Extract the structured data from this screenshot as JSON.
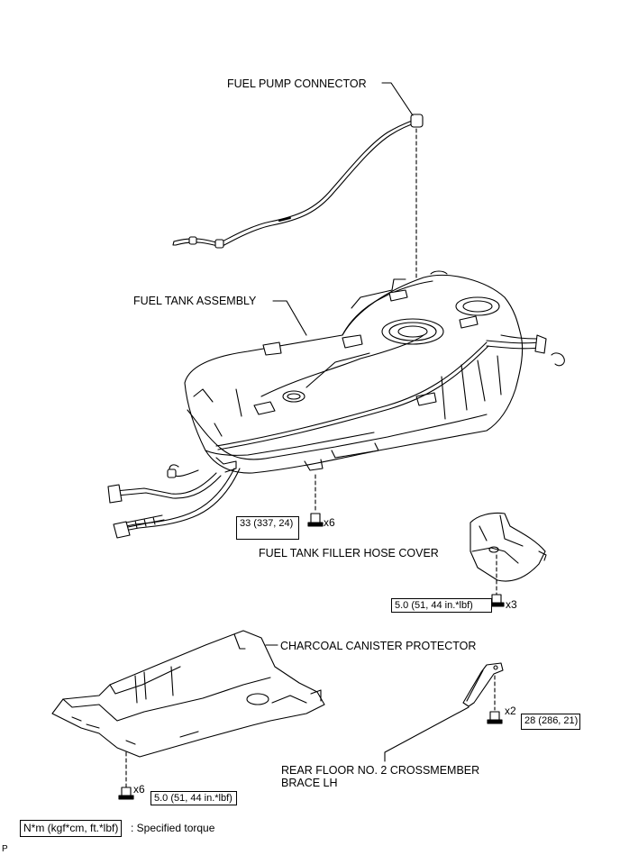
{
  "labels": {
    "fuel_pump_connector": "FUEL PUMP CONNECTOR",
    "fuel_tank_assembly": "FUEL TANK ASSEMBLY",
    "filler_hose_cover": "FUEL TANK FILLER HOSE COVER",
    "canister_protector": "CHARCOAL CANISTER PROTECTOR",
    "crossmember_brace_line1": "REAR FLOOR NO. 2 CROSSMEMBER",
    "crossmember_brace_line2": "BRACE LH"
  },
  "torques": {
    "tank_bolt": "33 (337, 24)",
    "tank_bolt_qty": "x6",
    "filler_cover_bolt": "5.0 (51, 44 in.*lbf)",
    "filler_cover_bolt_qty": "x3",
    "brace_bolt": "28 (286, 21)",
    "brace_bolt_qty": "x2",
    "protector_bolt": "5.0 (51, 44 in.*lbf)",
    "protector_bolt_qty": "x6"
  },
  "legend": {
    "unit_box": "N*m (kgf*cm, ft.*lbf)",
    "description": ": Specified torque"
  },
  "footer_mark": "P"
}
